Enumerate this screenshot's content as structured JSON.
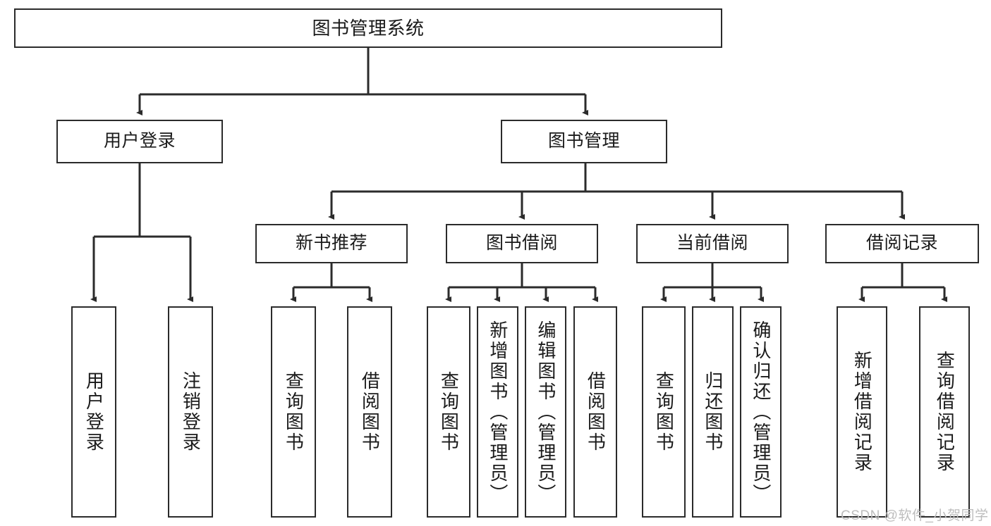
{
  "diagram": {
    "title": "图书管理系统",
    "type": "hierarchy-tree",
    "root": {
      "label": "图书管理系统"
    },
    "level2": [
      {
        "label": "用户登录"
      },
      {
        "label": "图书管理"
      }
    ],
    "level3": [
      {
        "label": "新书推荐"
      },
      {
        "label": "图书借阅"
      },
      {
        "label": "当前借阅"
      },
      {
        "label": "借阅记录"
      }
    ],
    "leaves": {
      "user_login": [
        {
          "label": "用户登录"
        },
        {
          "label": "注销登录"
        }
      ],
      "new_book": [
        {
          "label": "查询图书"
        },
        {
          "label": "借阅图书"
        }
      ],
      "book_borrow": [
        {
          "label": "查询图书"
        },
        {
          "label": "新增图书（管理员）"
        },
        {
          "label": "编辑图书（管理员）"
        },
        {
          "label": "借阅图书"
        }
      ],
      "current_borrow": [
        {
          "label": "查询图书"
        },
        {
          "label": "归还图书"
        },
        {
          "label": "确认归还（管理员）"
        }
      ],
      "borrow_record": [
        {
          "label": "新增借阅记录"
        },
        {
          "label": "查询借阅记录"
        }
      ]
    }
  },
  "watermark": {
    "text": "CSDN @软件_小贺同学"
  },
  "colors": {
    "stroke": "#2b2b2b",
    "background": "#ffffff",
    "text": "#1a1a1a",
    "watermark": "#bdbdbd"
  }
}
